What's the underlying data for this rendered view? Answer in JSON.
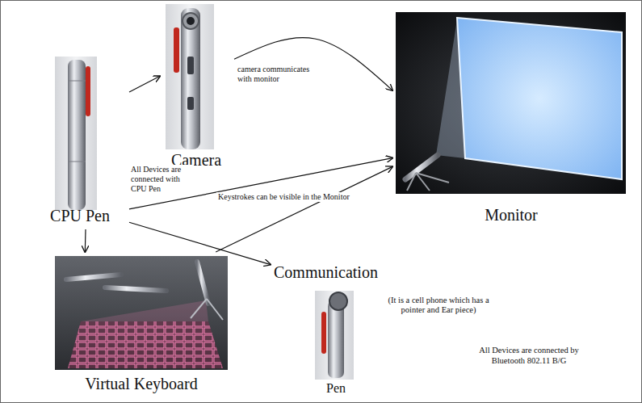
{
  "diagram": {
    "nodes": [
      {
        "text": [
          "CPU Pen"
        ]
      },
      {
        "text": [
          "Camera"
        ]
      },
      {
        "text": [
          "Monitor"
        ]
      },
      {
        "text": [
          "Virtual Keyboard"
        ]
      },
      {
        "text": [
          "Communication",
          "(It is a cell phone which has a pointer and Ear piece)"
        ]
      },
      {
        "text": [
          "Pen"
        ]
      }
    ],
    "edges": [
      {
        "from": 0,
        "to": 1,
        "arrow": "to"
      },
      {
        "from": 1,
        "to": 2,
        "label": "camera communicates with monitor",
        "arrow": "to"
      },
      {
        "from": 0,
        "to": 2,
        "label": "All Devices are connected with CPU Pen",
        "arrow": "to"
      },
      {
        "from": 0,
        "to": 3,
        "arrow": "to"
      },
      {
        "from": 0,
        "to": 4,
        "arrow": "to"
      },
      {
        "from": 3,
        "to": 2,
        "label": "Keystrokes can be visible in the Monitor",
        "arrow": "to"
      }
    ],
    "labels": [
      "All Devices are connected by Bluetooth 802.11 B/G"
    ]
  }
}
